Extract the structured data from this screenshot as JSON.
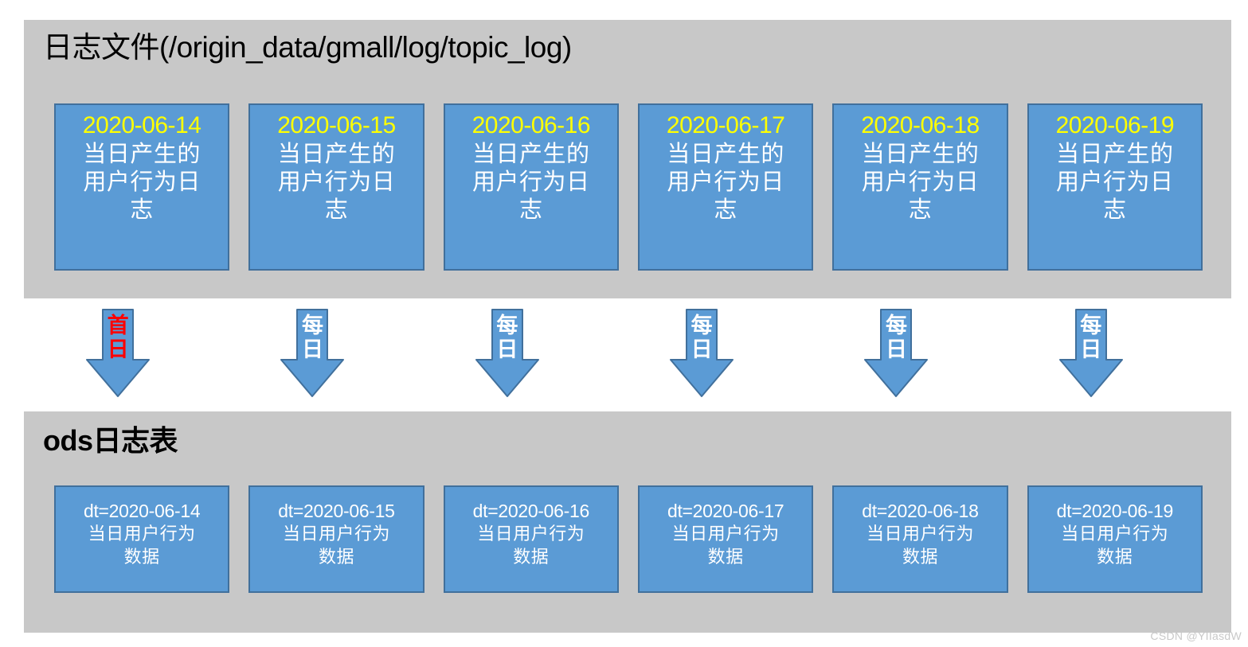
{
  "source_panel": {
    "title": "日志文件(/origin_data/gmall/log/topic_log)",
    "boxes": [
      {
        "date": "2020-06-14",
        "desc": "当日产生的用户行为日志"
      },
      {
        "date": "2020-06-15",
        "desc": "当日产生的用户行为日志"
      },
      {
        "date": "2020-06-16",
        "desc": "当日产生的用户行为日志"
      },
      {
        "date": "2020-06-17",
        "desc": "当日产生的用户行为日志"
      },
      {
        "date": "2020-06-18",
        "desc": "当日产生的用户行为日志"
      },
      {
        "date": "2020-06-19",
        "desc": "当日产生的用户行为日志"
      }
    ]
  },
  "arrows": [
    {
      "line1": "首",
      "line2": "日",
      "label": "首日",
      "color": "#FF0000"
    },
    {
      "line1": "每",
      "line2": "日",
      "label": "每日",
      "color": "#FFFFFF"
    },
    {
      "line1": "每",
      "line2": "日",
      "label": "每日",
      "color": "#FFFFFF"
    },
    {
      "line1": "每",
      "line2": "日",
      "label": "每日",
      "color": "#FFFFFF"
    },
    {
      "line1": "每",
      "line2": "日",
      "label": "每日",
      "color": "#FFFFFF"
    },
    {
      "line1": "每",
      "line2": "日",
      "label": "每日",
      "color": "#FFFFFF"
    }
  ],
  "ods_panel": {
    "title": "ods日志表",
    "boxes": [
      {
        "date": "dt=2020-06-14",
        "desc": "当日用户行为数据"
      },
      {
        "date": "dt=2020-06-15",
        "desc": "当日用户行为数据"
      },
      {
        "date": "dt=2020-06-16",
        "desc": "当日用户行为数据"
      },
      {
        "date": "dt=2020-06-17",
        "desc": "当日用户行为数据"
      },
      {
        "date": "dt=2020-06-18",
        "desc": "当日用户行为数据"
      },
      {
        "date": "dt=2020-06-19",
        "desc": "当日用户行为数据"
      }
    ]
  },
  "watermark": "CSDN @YIIasdW",
  "colors": {
    "panel_bg": "#c8c8c8",
    "box_fill": "#5B9BD5",
    "box_border": "#41709C",
    "date_text": "#FFFF00",
    "body_text": "#FFFFFF",
    "first_day_text": "#FF0000",
    "title_text": "#000000"
  }
}
